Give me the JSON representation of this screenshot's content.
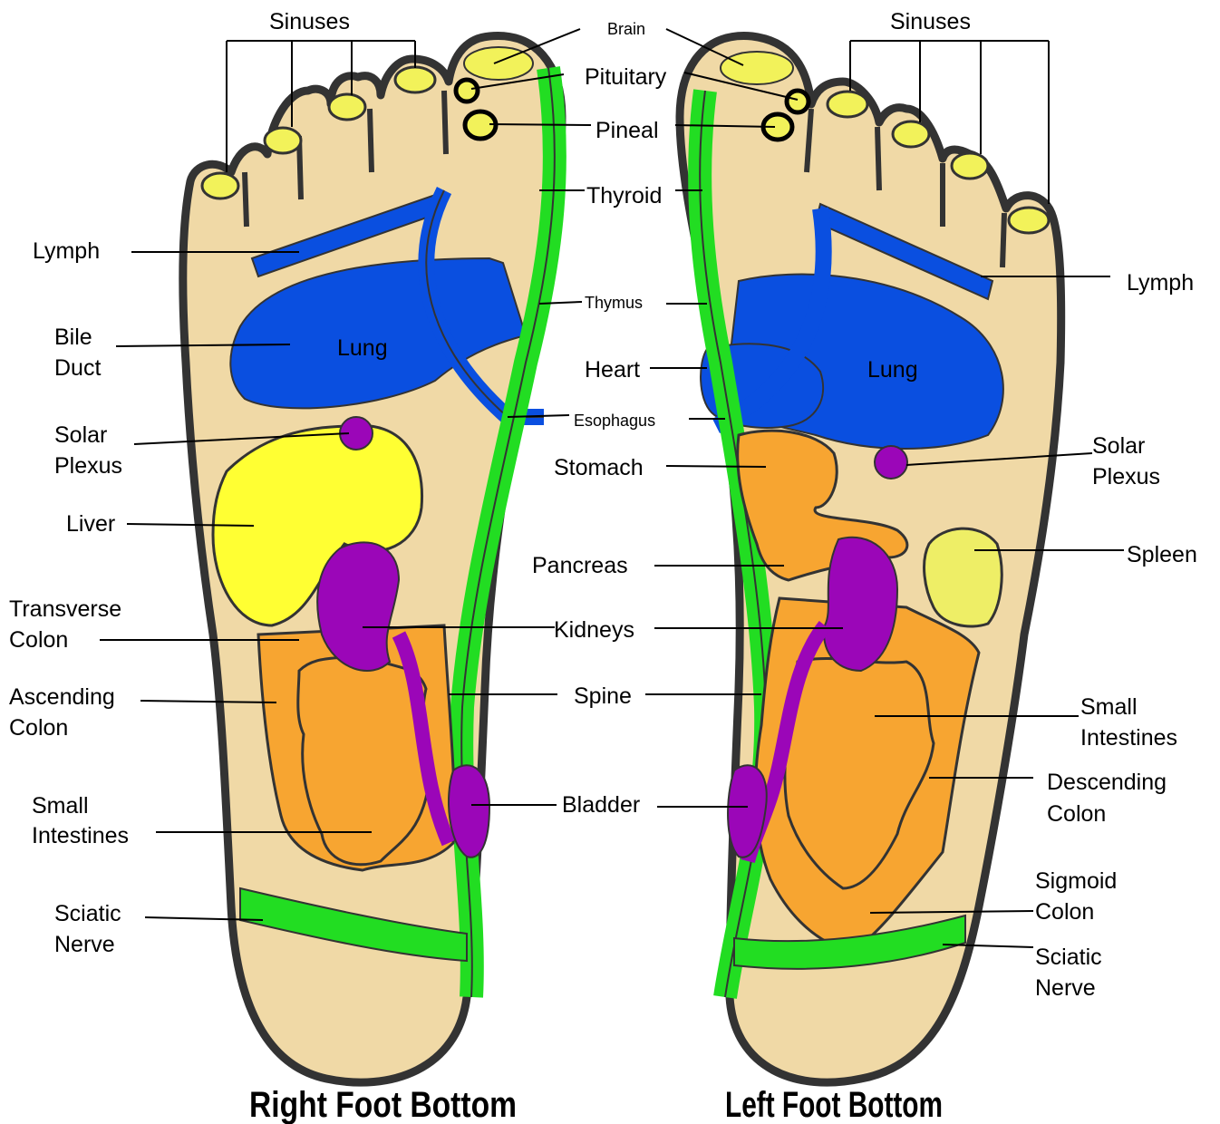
{
  "captions": {
    "right_foot": "Right Foot Bottom",
    "left_foot": "Left Foot Bottom"
  },
  "right_foot": {
    "sinuses": "Sinuses",
    "lymph": "Lymph",
    "bile_duct_1": "Bile",
    "bile_duct_2": "Duct",
    "lung": "Lung",
    "solar_plexus_1": "Solar",
    "solar_plexus_2": "Plexus",
    "liver": "Liver",
    "transverse_colon_1": "Transverse",
    "transverse_colon_2": "Colon",
    "ascending_colon_1": "Ascending",
    "ascending_colon_2": "Colon",
    "small_intestines_1": "Small",
    "small_intestines_2": "Intestines",
    "sciatic_nerve_1": "Sciatic",
    "sciatic_nerve_2": "Nerve"
  },
  "center": {
    "brain": "Brain",
    "pituitary": "Pituitary",
    "pineal": "Pineal",
    "thyroid": "Thyroid",
    "thymus": "Thymus",
    "heart": "Heart",
    "esophagus": "Esophagus",
    "stomach": "Stomach",
    "pancreas": "Pancreas",
    "kidneys": "Kidneys",
    "spine": "Spine",
    "bladder": "Bladder"
  },
  "left_foot": {
    "sinuses": "Sinuses",
    "lymph": "Lymph",
    "lung": "Lung",
    "solar_plexus_1": "Solar",
    "solar_plexus_2": "Plexus",
    "spleen": "Spleen",
    "small_intestines_1": "Small",
    "small_intestines_2": "Intestines",
    "descending_colon_1": "Descending",
    "descending_colon_2": "Colon",
    "sigmoid_colon_1": "Sigmoid",
    "sigmoid_colon_2": "Colon",
    "sciatic_nerve_1": "Sciatic",
    "sciatic_nerve_2": "Nerve"
  },
  "colors": {
    "skin": "#f0d9a6",
    "outline": "#333333",
    "lung_blue": "#0a4fe0",
    "spine_green": "#22dd22",
    "liver_yellow": "#ffff33",
    "toe_yellow": "#f2f25a",
    "kidney_purple": "#9b06b8",
    "intestine_orange": "#f7a531",
    "spleen_yellow": "#eeee66"
  }
}
